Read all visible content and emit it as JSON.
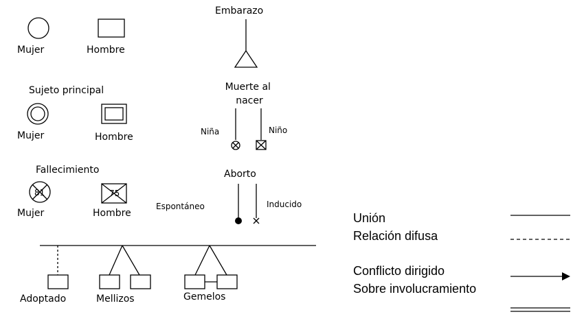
{
  "symbols": {
    "basic": {
      "female": "Mujer",
      "male": "Hombre"
    },
    "principal": {
      "title": "Sujeto principal",
      "female": "Mujer",
      "male": "Hombre"
    },
    "deceased": {
      "title": "Fallecimiento",
      "female": "Mujer",
      "male": "Hombre",
      "female_age": "81",
      "male_age": "75"
    }
  },
  "pregnancy": {
    "title": "Embarazo",
    "stillbirth_title": "Muerte al\nnacer",
    "stillbirth_girl": "Niña",
    "stillbirth_boy": "Niño",
    "abortion_title": "Aborto",
    "spontaneous": "Espontáneo",
    "induced": "Inducido"
  },
  "children": {
    "adopted": "Adoptado",
    "fraternal_twins": "Mellizos",
    "identical_twins": "Gemelos"
  },
  "legend": {
    "union": "Unión",
    "diffuse": "Relación difusa",
    "directed_conflict": "Conflicto dirigido",
    "overinvolvement": "Sobre involucramiento"
  }
}
